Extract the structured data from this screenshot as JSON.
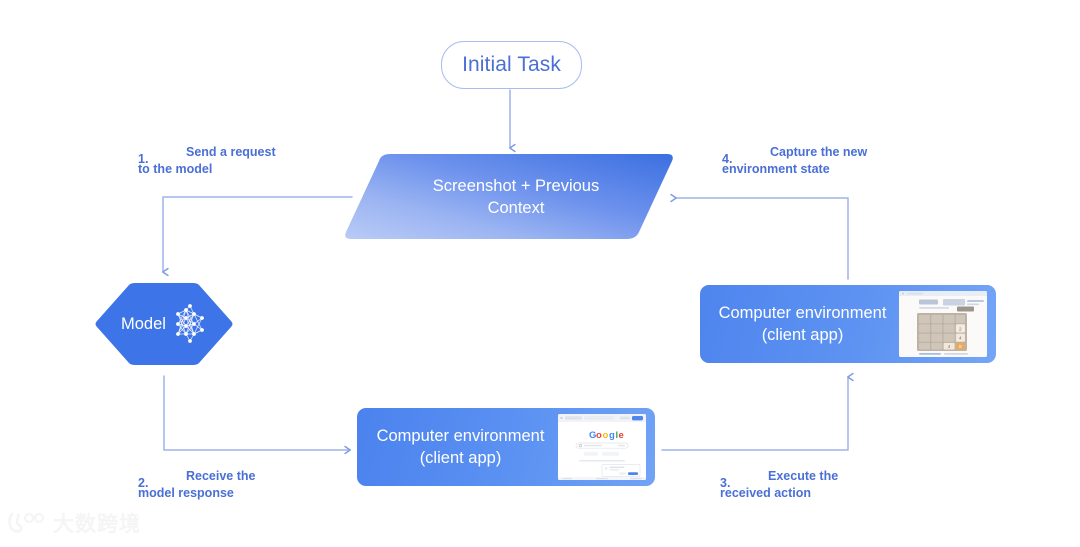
{
  "diagram": {
    "title": "Computer-use agent loop",
    "colors": {
      "accent_blue": "#4285f4",
      "deep_blue": "#3b6fe0",
      "pale_blue": "#aec4f2",
      "label_blue": "#4a6fd6",
      "pill_border": "#a9bdf0",
      "wire": "#9fb4e8",
      "white": "#ffffff"
    },
    "start": {
      "label": "Initial Task",
      "shape": "rounded-pill"
    },
    "context_node": {
      "line1": "Screenshot + Previous",
      "line2": "Context",
      "shape": "parallelogram"
    },
    "model_node": {
      "label": "Model",
      "shape": "hexagon",
      "icon": "neural-network-icon"
    },
    "environment_bottom": {
      "line1": "Computer environment",
      "line2": "(client app)",
      "thumbnail": "google-search-browser-screenshot"
    },
    "environment_right": {
      "line1": "Computer environment",
      "line2": "(client app)",
      "thumbnail": "2048-game-browser-screenshot"
    },
    "steps": [
      {
        "num": "1.",
        "line1": "Send a request",
        "line2": "to the model"
      },
      {
        "num": "2.",
        "line1": "Receive the",
        "line2": "model response"
      },
      {
        "num": "3.",
        "line1": "Execute the",
        "line2": "received action"
      },
      {
        "num": "4.",
        "line1": "Capture the new",
        "line2": "environment state"
      }
    ],
    "watermark": {
      "text": "大数跨境",
      "logo": "kuajing-logo-icon"
    }
  }
}
